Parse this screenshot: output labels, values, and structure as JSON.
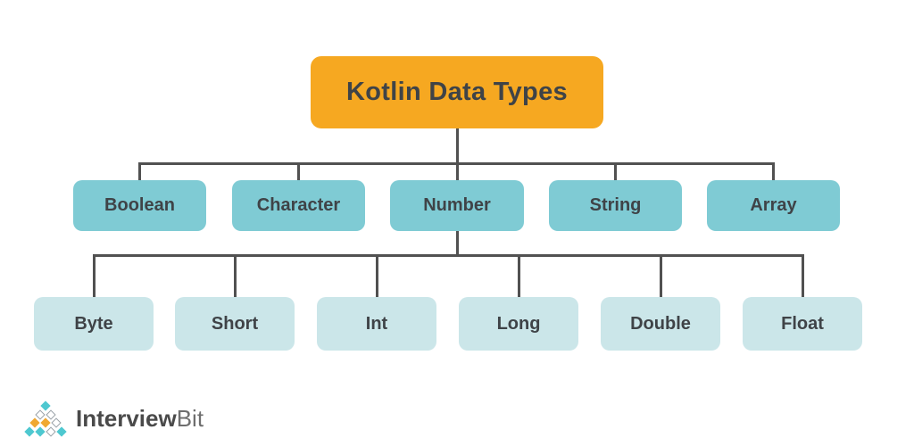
{
  "diagram": {
    "root": {
      "label": "Kotlin Data Types"
    },
    "level1": [
      {
        "label": "Boolean"
      },
      {
        "label": "Character"
      },
      {
        "label": "Number"
      },
      {
        "label": "String"
      },
      {
        "label": "Array"
      }
    ],
    "number_children": [
      {
        "label": "Byte"
      },
      {
        "label": "Short"
      },
      {
        "label": "Int"
      },
      {
        "label": "Long"
      },
      {
        "label": "Double"
      },
      {
        "label": "Float"
      }
    ]
  },
  "colors": {
    "root_fill": "#F6A821",
    "level1_fill": "#7FCBD4",
    "level2_fill": "#CBE6E9",
    "connector": "#515151",
    "label_text": "#3F4347"
  },
  "logo": {
    "icon": "interviewbit-pyramid-icon",
    "pyramid_rows": [
      [
        "teal"
      ],
      [
        "white",
        "white"
      ],
      [
        "orange",
        "orange",
        "white"
      ],
      [
        "teal",
        "teal",
        "white",
        "teal"
      ]
    ],
    "icon_colors": {
      "teal": "#4EC8D0",
      "orange": "#F0A832",
      "white": "#FFFFFF"
    },
    "text_primary": "Interview",
    "text_secondary": "Bit"
  }
}
